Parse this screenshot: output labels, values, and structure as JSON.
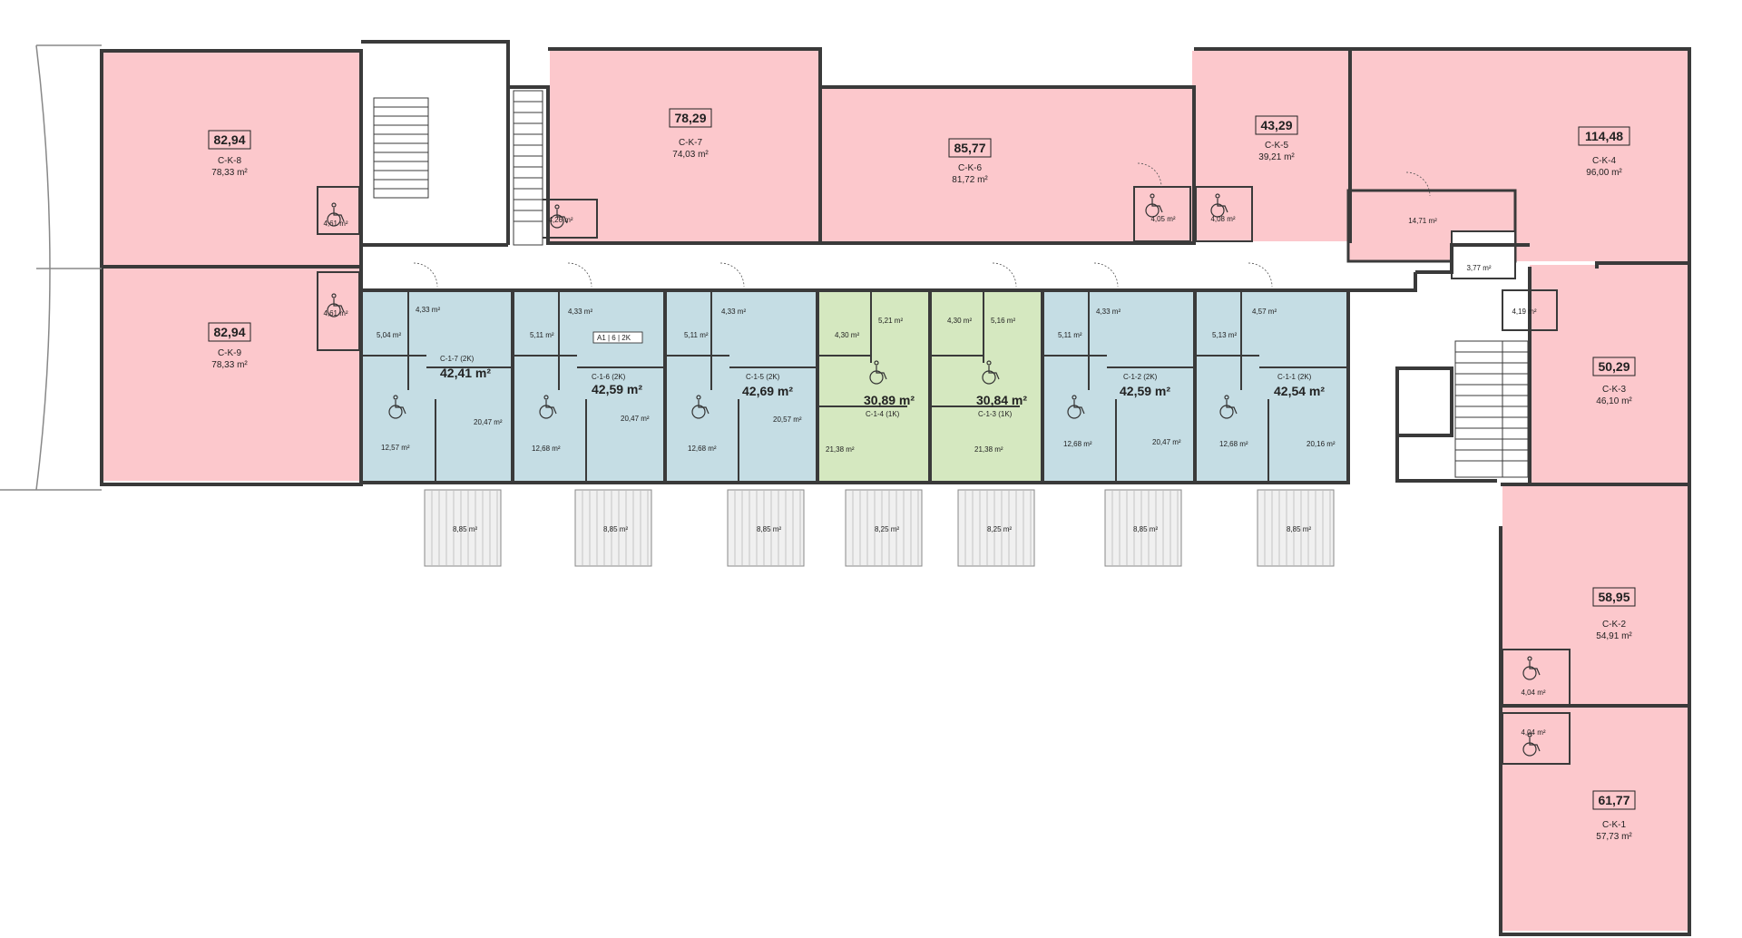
{
  "plan": {
    "commercial": [
      {
        "id": "C-K-8",
        "total": "82,94",
        "area": "78,33 m²",
        "wc": "4,61 m²"
      },
      {
        "id": "C-K-9",
        "total": "82,94",
        "area": "78,33 m²",
        "wc": "4,61 m²"
      },
      {
        "id": "C-K-7",
        "total": "78,29",
        "area": "74,03 m²",
        "wc": "4,26 m²"
      },
      {
        "id": "C-K-6",
        "total": "85,77",
        "area": "81,72 m²",
        "wc": "4,05 m²"
      },
      {
        "id": "C-K-5",
        "total": "43,29",
        "area": "39,21 m²",
        "wc": "4,08 m²"
      },
      {
        "id": "C-K-4",
        "total": "114,48",
        "area": "96,00 m²",
        "room": "14,71 m²",
        "wc": "3,77 m²"
      },
      {
        "id": "C-K-3",
        "total": "50,29",
        "area": "46,10 m²",
        "wc": "4,19 m²"
      },
      {
        "id": "C-K-2",
        "total": "58,95",
        "area": "54,91 m²",
        "wc": "4,04 m²"
      },
      {
        "id": "C-K-1",
        "total": "61,77",
        "area": "57,73 m²",
        "wc": "4,04 m²"
      }
    ],
    "apartments": [
      {
        "id": "C-1-7 (2K)",
        "total": "42,41 m²",
        "bath": "5,04 m²",
        "hall": "4,33 m²",
        "living": "20,47 m²",
        "bed": "12,57 m²",
        "terrace": "8,85 m²"
      },
      {
        "id": "C-1-6 (2K)",
        "total": "42,59 m²",
        "bath": "5,11 m²",
        "hall": "4,33 m²",
        "living": "20,47 m²",
        "bed": "12,68 m²",
        "terrace": "8,85 m²",
        "badge": "A1 | 6 | 2K"
      },
      {
        "id": "C-1-5 (2K)",
        "total": "42,69 m²",
        "bath": "5,11 m²",
        "hall": "4,33 m²",
        "living": "20,57 m²",
        "bed": "12,68 m²",
        "terrace": "8,85 m²"
      },
      {
        "id": "C-1-4 (1K)",
        "total": "30,89 m²",
        "bath": "5,21 m²",
        "hall": "4,30 m²",
        "living": "21,38 m²",
        "terrace": "8,25 m²"
      },
      {
        "id": "C-1-3 (1K)",
        "total": "30,84 m²",
        "bath": "5,16 m²",
        "hall": "4,30 m²",
        "living": "21,38 m²",
        "terrace": "8,25 m²"
      },
      {
        "id": "C-1-2 (2K)",
        "total": "42,59 m²",
        "bath": "5,11 m²",
        "hall": "4,33 m²",
        "living": "20,47 m²",
        "bed": "12,68 m²",
        "terrace": "8,85 m²"
      },
      {
        "id": "C-1-1 (2K)",
        "total": "42,54 m²",
        "bath": "5,13 m²",
        "hall": "4,57 m²",
        "living": "20,16 m²",
        "bed": "12,68 m²",
        "terrace": "8,85 m²"
      }
    ],
    "colors": {
      "commercial": "#fcc8cc",
      "apt2k": "#c5dde4",
      "apt1k": "#d5e8c0",
      "wall": "#3a3a3a",
      "corridor": "#ffffff"
    }
  }
}
